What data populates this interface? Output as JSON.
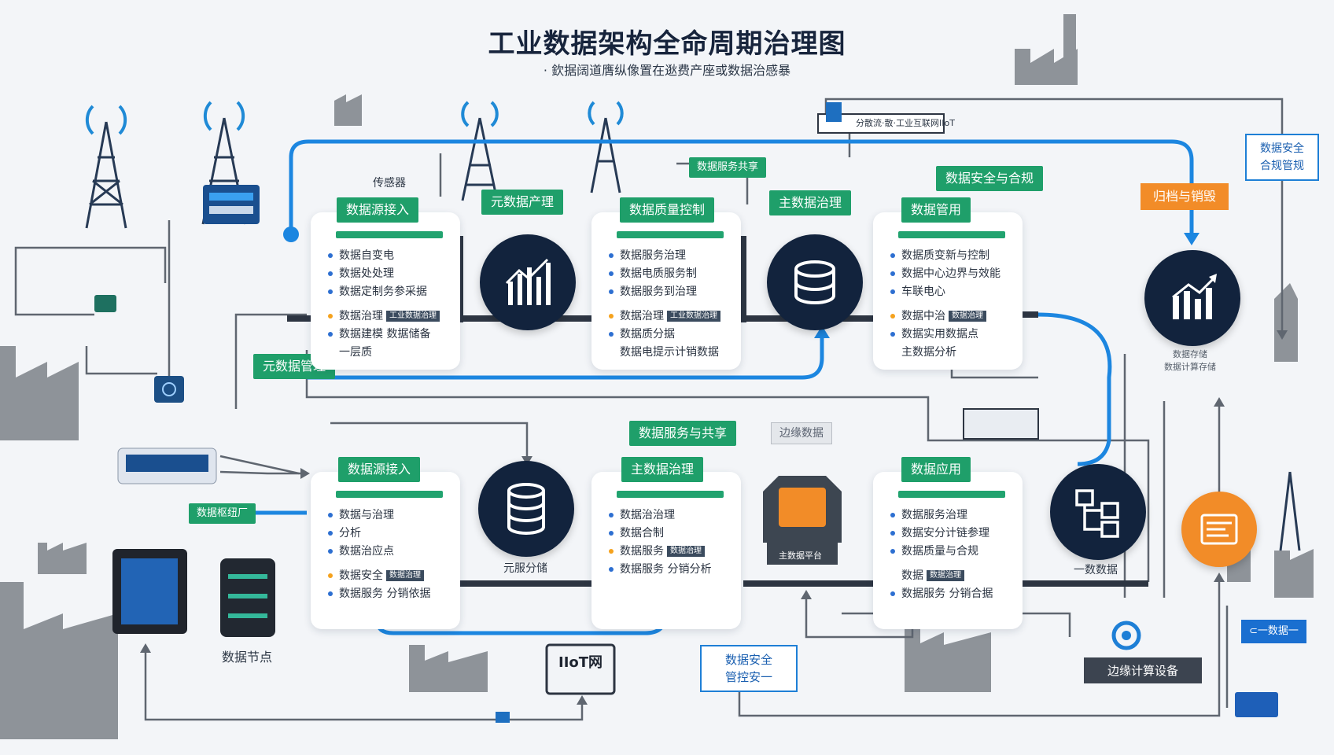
{
  "title": "工业数据架构全命周期治理图",
  "subtitle": "· 欽据阔道膺纵像置在逖费产座或数据治感暴",
  "top_labels": {
    "sensor": "传感器",
    "iiot_box": "分散流·散·工业互联网IIoT",
    "data_security_compliance_right": "数据安全\n合规管规",
    "archive_destroy": "归档与销毁",
    "service_share_small": "数据服务共享",
    "metadata_mgmt": "元数据管理"
  },
  "row1": {
    "cards": [
      {
        "tag": "数据源接入",
        "items": [
          {
            "text": "数据自变电",
            "dot": "blue"
          },
          {
            "text": "数据处处理",
            "dot": "blue"
          },
          {
            "text": "数据定制务参采据",
            "dot": "blue"
          },
          {
            "text": "数据治理",
            "dot": "orange",
            "tag": "工业数据治理"
          },
          {
            "text": "数据建模  数据储备",
            "dot": "blue"
          },
          {
            "text": "一层质",
            "dot": "none"
          }
        ]
      },
      {
        "tag": "数据质量控制",
        "items": [
          {
            "text": "数据服务治理",
            "dot": "blue"
          },
          {
            "text": "数据电质服务制",
            "dot": "blue"
          },
          {
            "text": "数据服务到治理",
            "dot": "blue"
          },
          {
            "text": "数据治理",
            "dot": "orange",
            "tag": "工业数据治理"
          },
          {
            "text": "数据质分据",
            "dot": "blue"
          },
          {
            "text": "数据电提示计销数据",
            "dot": "none"
          }
        ]
      },
      {
        "tag": "数据管用",
        "items": [
          {
            "text": "数据质变新与控制",
            "dot": "blue"
          },
          {
            "text": "数据中心边界与效能",
            "dot": "blue"
          },
          {
            "text": "车联电心",
            "dot": "blue"
          },
          {
            "text": "数据中治",
            "dot": "orange",
            "tag": "数据治理"
          },
          {
            "text": "数据实用数据点",
            "dot": "blue"
          },
          {
            "text": "主数据分析",
            "dot": "none"
          }
        ]
      }
    ],
    "tags_between": [
      "元数据产理",
      "主数据治理"
    ],
    "security_tag": "数据安全与合规",
    "right_circle_caption": "数据存储\n数据计算存储"
  },
  "row2": {
    "cards": [
      {
        "tag": "数据源接入",
        "items": [
          {
            "text": "数据与治理",
            "dot": "blue"
          },
          {
            "text": "分析",
            "dot": "blue"
          },
          {
            "text": "数据治应点",
            "dot": "blue"
          },
          {
            "text": "数据安全",
            "dot": "orange",
            "tag": "数据治理"
          },
          {
            "text": "数据服务  分销依据",
            "dot": "blue"
          }
        ]
      },
      {
        "tag": "主数据治理",
        "items": [
          {
            "text": "数据治治理",
            "dot": "blue"
          },
          {
            "text": "数据合制",
            "dot": "blue"
          },
          {
            "text": "数据服务",
            "dot": "orange",
            "tag": "数据治理"
          },
          {
            "text": "数据服务 分销分析",
            "dot": "blue"
          }
        ]
      },
      {
        "tag": "数据应用",
        "items": [
          {
            "text": "数据服务治理",
            "dot": "blue"
          },
          {
            "text": "数据安分计链参理",
            "dot": "blue"
          },
          {
            "text": "数据质量与合规",
            "dot": "blue"
          },
          {
            "text": "数据",
            "dot": "none",
            "tag": "数据治理"
          },
          {
            "text": "数据服务  分销合据",
            "dot": "blue"
          }
        ]
      }
    ],
    "service_tag": "数据服务与共享",
    "edge_tag": "边缘数据",
    "storage_caption": "元服分储",
    "center_box": "主数据平台",
    "right_circle_caption": "一数数据",
    "edge_node_tag": "数据枢纽厂"
  },
  "bottom": {
    "data_node": "数据节点",
    "iiot_gateway": "IIoT网",
    "security_box": "数据安全\n管控安一",
    "edge_compute": "边缘计算设备",
    "sync_tag": "⊂一数据一"
  },
  "colors": {
    "green": "#1f9f6a",
    "blue": "#1e7fd6",
    "navy": "#12233d",
    "orange": "#f28c28",
    "gray": "#8a8f96"
  }
}
